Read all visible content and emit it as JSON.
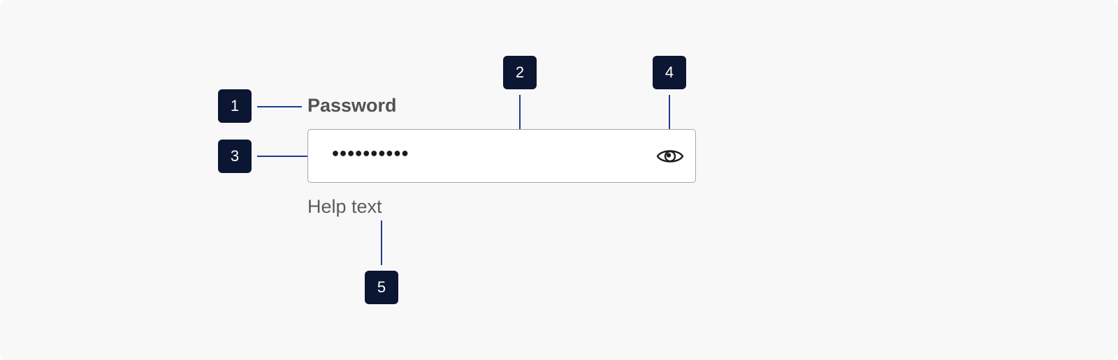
{
  "field": {
    "label": "Password",
    "value": "••••••••••",
    "help_text": "Help text"
  },
  "icons": {
    "visibility_toggle": "eye-icon"
  },
  "callouts": [
    {
      "number": "1"
    },
    {
      "number": "2"
    },
    {
      "number": "3"
    },
    {
      "number": "4"
    },
    {
      "number": "5"
    }
  ],
  "colors": {
    "background": "#f8f8f9",
    "callout_fill": "#0b1633",
    "leader_line": "#1f3b8f",
    "input_border": "#a6a6a6",
    "label_text": "#525252"
  }
}
